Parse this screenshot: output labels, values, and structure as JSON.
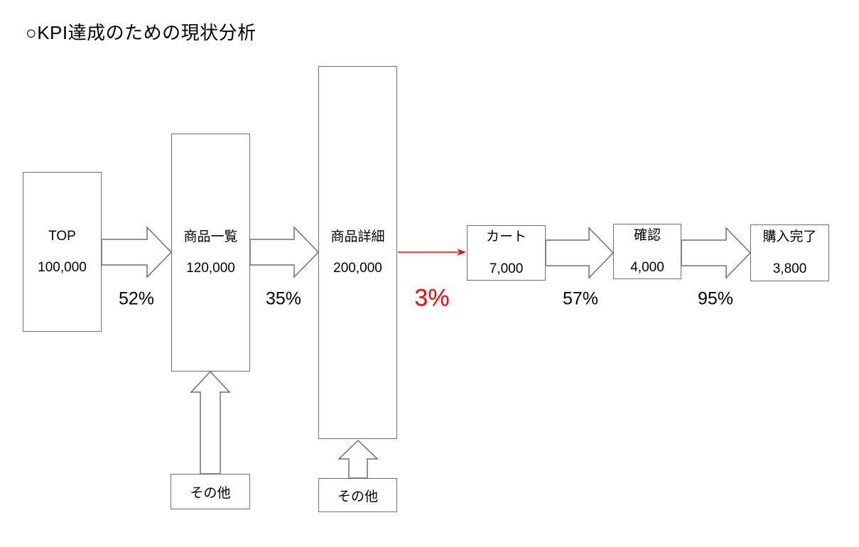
{
  "title": "○KPI達成のための現状分析",
  "colors": {
    "accent_red": "#ff0000",
    "line_gray": "#6f6f6f",
    "text": "#000000"
  },
  "funnel": {
    "stages": [
      {
        "label": "TOP",
        "value": "100,000"
      },
      {
        "label": "商品一覧",
        "value": "120,000"
      },
      {
        "label": "商品詳細",
        "value": "200,000"
      },
      {
        "label": "カート",
        "value": "7,000"
      },
      {
        "label": "確認",
        "value": "4,000"
      },
      {
        "label": "購入完了",
        "value": "3,800"
      }
    ],
    "conversions": [
      {
        "from": "TOP",
        "to": "商品一覧",
        "label": "52%",
        "highlight": false
      },
      {
        "from": "商品一覧",
        "to": "商品詳細",
        "label": "35%",
        "highlight": false
      },
      {
        "from": "商品詳細",
        "to": "カート",
        "label": "3%",
        "highlight": true
      },
      {
        "from": "カート",
        "to": "確認",
        "label": "57%",
        "highlight": false
      },
      {
        "from": "確認",
        "to": "購入完了",
        "label": "95%",
        "highlight": false
      }
    ],
    "inflows": [
      {
        "label": "その他",
        "target": "商品一覧"
      },
      {
        "label": "その他",
        "target": "商品詳細"
      }
    ]
  }
}
